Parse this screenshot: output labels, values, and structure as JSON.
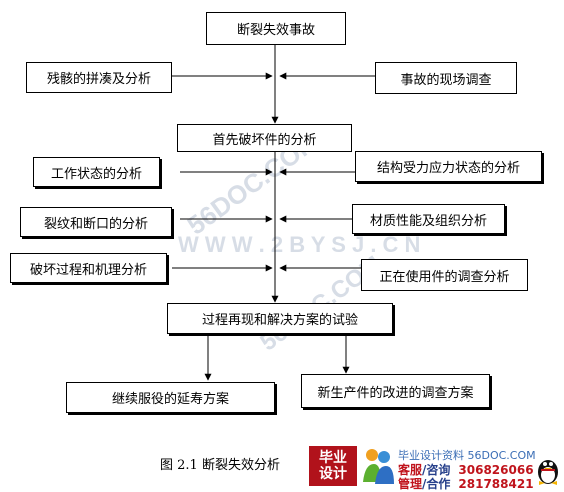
{
  "nodes": {
    "top": "断裂失效事故",
    "wreckage": "残骸的拼凑及分析",
    "site_survey": "事故的现场调查",
    "first_broken": "首先破坏件的分析",
    "work_state": "工作状态的分析",
    "stress_state": "结构受力应力状态的分析",
    "crack_fracture": "裂纹和断口的分析",
    "material": "材质性能及组织分析",
    "failure_mechanism": "破坏过程和机理分析",
    "in_use_parts": "正在使用件的调查分析",
    "reproduce": "过程再现和解决方案的试验",
    "life_extension": "继续服役的延寿方案",
    "new_product": "新生产件的改进的调查方案"
  },
  "caption": "图 2.1 断裂失效分析",
  "watermarks": [
    "56DOC.COM",
    "W W W . 2 B Y S J . C N",
    "56DOC.COM"
  ],
  "footer": {
    "logo_text_line1": "毕业",
    "logo_text_line2": "设计",
    "site": "毕业设计资料 56DOC.COM",
    "contact1_label_a": "客服",
    "contact1_label_b": "/咨询",
    "contact1_number": "306826066",
    "contact2_label_a": "管理",
    "contact2_label_b": "/合作",
    "contact2_number": "281788421"
  },
  "colors": {
    "watermark": "#d7dde6",
    "logo_red": "#b1121b",
    "site_blue": "#3a6db5"
  }
}
